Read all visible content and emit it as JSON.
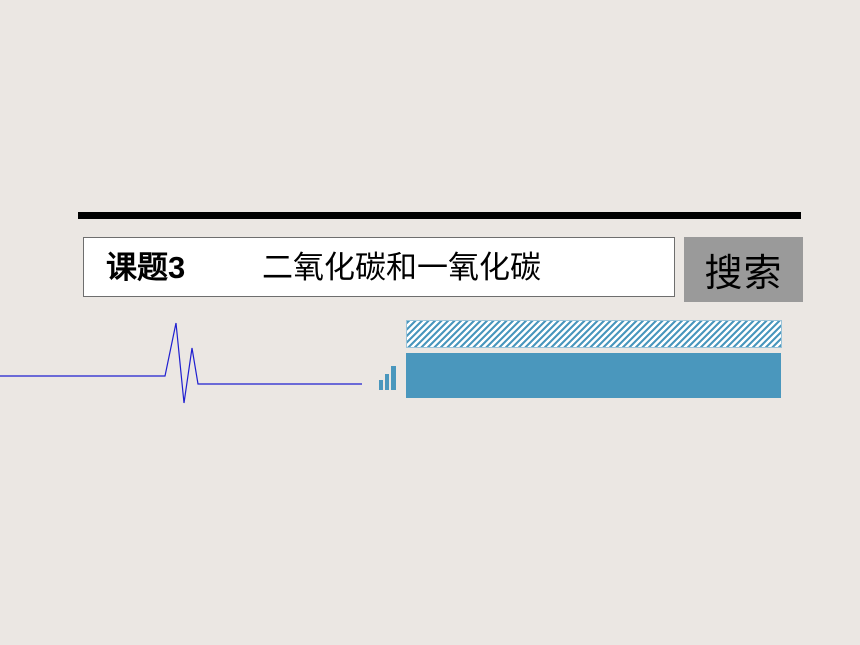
{
  "title": {
    "lesson": "课题3",
    "topic": "二氧化碳和一氧化碳"
  },
  "search": {
    "label": "搜索"
  },
  "decor": {
    "pulse_icon": "heartbeat-line-icon",
    "signal_icon": "signal-bars-icon"
  },
  "colors": {
    "background": "#ebe7e3",
    "rule": "#000000",
    "search_button": "#9a9a9a",
    "accent_blue": "#4a97bd",
    "pulse_line": "#1f1fd0"
  }
}
